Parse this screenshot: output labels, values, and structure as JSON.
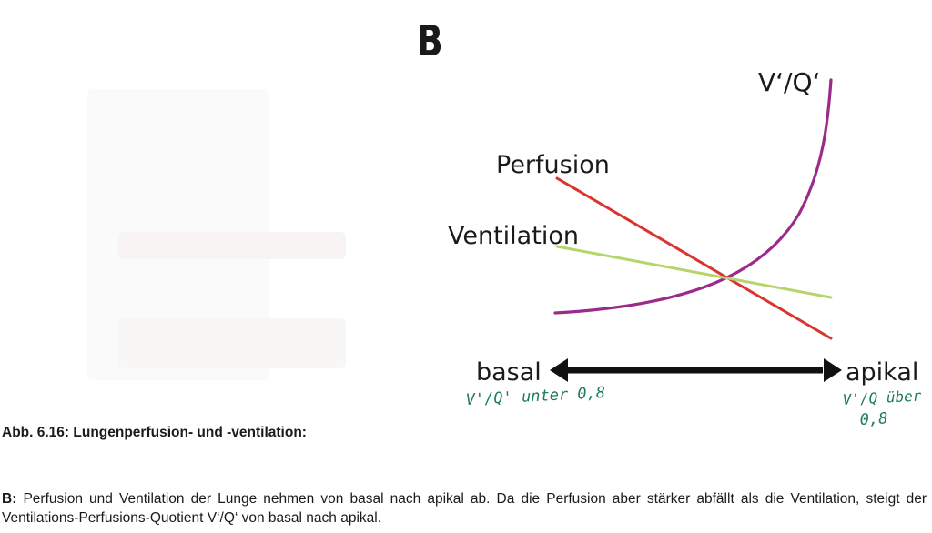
{
  "panel_label": "B",
  "diagram": {
    "curve_labels": {
      "vq": "V‘/Q‘",
      "perfusion": "Perfusion",
      "ventilation": "Ventilation"
    },
    "axis": {
      "left_label": "basal",
      "right_label": "apikal"
    },
    "handwritten_notes": {
      "left": "V'/Q' unter 0,8",
      "right_line1": "V'/Q über",
      "right_line2": "0,8"
    },
    "colors": {
      "perfusion": "#d9342f",
      "ventilation": "#b5d46a",
      "vq": "#9b2a8a",
      "arrow": "#111111",
      "handwriting": "#1a7a5a"
    }
  },
  "figure_title": "Abb. 6.16: Lungenperfusion- und -ventilation:",
  "caption": {
    "prefix": "B:",
    "text": "Perfusion und Ventilation der Lunge nehmen von basal nach apikal ab. Da die Perfusion aber stärker abfällt als die Ventilation, steigt der Ventilations-Perfusions-Quotient V‘/Q‘ von basal nach apikal."
  }
}
